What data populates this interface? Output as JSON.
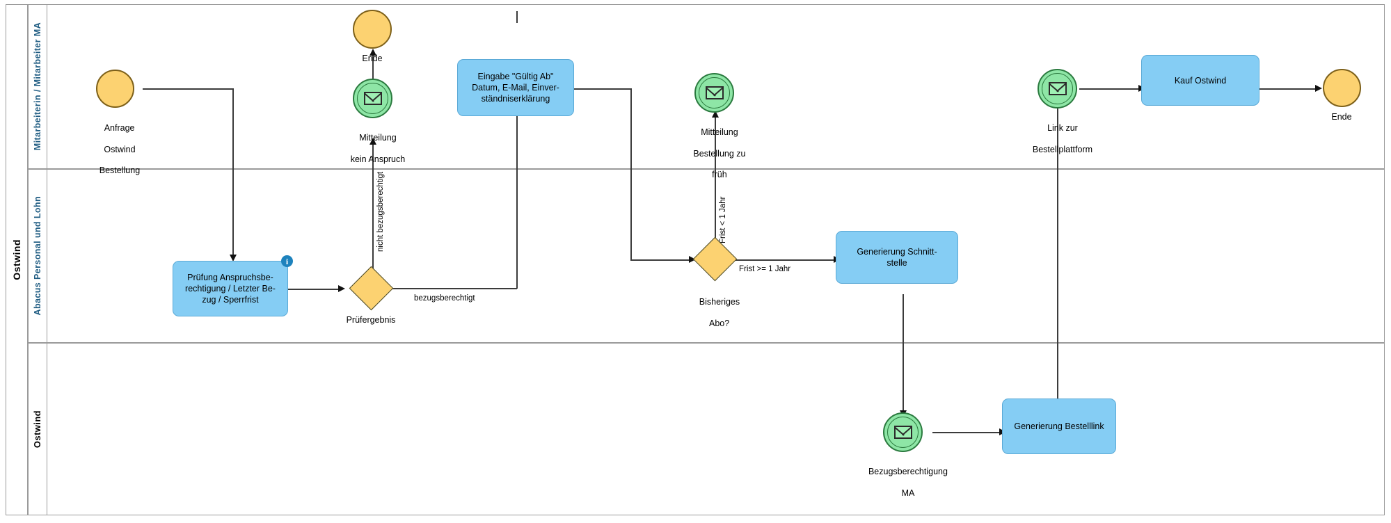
{
  "diagram": {
    "type": "bpmn-process",
    "pool": {
      "name": "Ostwind"
    },
    "lanes": [
      {
        "id": "lane-ma",
        "name": "Mitarbeiterin / Mitarbeiter MA",
        "color": "#1f5c82"
      },
      {
        "id": "lane-abacus",
        "name": "Abacus Personal und Lohn",
        "color": "#1f5c82"
      },
      {
        "id": "lane-ostwind",
        "name": "Ostwind",
        "color": "#000000"
      }
    ],
    "palette": {
      "task_fill": "#85cdf4",
      "task_stroke": "#5aa9d6",
      "event_fill": "#fcd271",
      "event_stroke": "#7d6019",
      "message_fill": "#8ee6a6",
      "message_stroke": "#2b7a3f",
      "gateway_fill": "#fcd271",
      "lane_stroke": "#9a9a9a",
      "connector": "#3b3b3b",
      "info_badge": "#1d82bd"
    },
    "nodes": [
      {
        "id": "start-anfrage",
        "kind": "start-event",
        "lane": "lane-ma",
        "label": "Anfrage\nOstwind\nBestellung"
      },
      {
        "id": "end-kein",
        "kind": "end-event",
        "lane": "lane-ma",
        "label": "Ende"
      },
      {
        "id": "msg-kein",
        "kind": "message-event",
        "lane": "lane-ma",
        "label": "Mitteilung\nkein Anspruch"
      },
      {
        "id": "task-eingabe",
        "kind": "task",
        "lane": "lane-ma",
        "label": "Eingabe \"Gültig Ab\" Datum, E-Mail, Einverständniserklärung"
      },
      {
        "id": "msg-zufrueh",
        "kind": "message-event",
        "lane": "lane-ma",
        "label": "Mitteilung\nBestellung zu\nfrüh"
      },
      {
        "id": "msg-link",
        "kind": "message-event",
        "lane": "lane-ma",
        "label": "Link zur\nBestellplattform"
      },
      {
        "id": "task-kauf",
        "kind": "task",
        "lane": "lane-ma",
        "label": "Kauf Ostwind"
      },
      {
        "id": "end-kauf",
        "kind": "end-event",
        "lane": "lane-ma",
        "label": "Ende"
      },
      {
        "id": "task-pruefung",
        "kind": "task",
        "lane": "lane-abacus",
        "label": "Prüfung Anspruchsberechtigung / Letzter Bezug / Sperrfrist",
        "badge": "i"
      },
      {
        "id": "gw-pruefergebnis",
        "kind": "gateway",
        "lane": "lane-abacus",
        "label": "Prüfergebnis"
      },
      {
        "id": "gw-abo",
        "kind": "gateway",
        "lane": "lane-abacus",
        "label": "Bisheriges\nAbo?"
      },
      {
        "id": "task-schnitt",
        "kind": "task",
        "lane": "lane-abacus",
        "label": "Generierung Schnittstelle"
      },
      {
        "id": "msg-bezug",
        "kind": "message-event",
        "lane": "lane-ostwind",
        "label": "Bezugsberechtigung\nMA"
      },
      {
        "id": "task-bestelllink",
        "kind": "task",
        "lane": "lane-ostwind",
        "label": "Generierung Bestelllink"
      }
    ],
    "flow_labels": {
      "nicht_bezugsberechtigt": "nicht bezugsberechtigt",
      "bezugsberechtigt": "bezugsberechtigt",
      "frist_kleiner": "Frist < 1 Jahr",
      "frist_groesser": "Frist >= 1 Jahr"
    },
    "task_text": {
      "eingabe_l1": "Eingabe \"Gültig Ab\"",
      "eingabe_l2": "Datum, E-Mail, Einver-",
      "eingabe_l3": "ständniserklärung",
      "pruefung_l1": "Prüfung Anspruchsbe-",
      "pruefung_l2": "rechtigung / Letzter Be-",
      "pruefung_l3": "zug / Sperrfrist",
      "schnitt_l1": "Generierung Schnitt-",
      "schnitt_l2": "stelle",
      "kauf": "Kauf Ostwind",
      "bestelllink": "Generierung Bestelllink"
    },
    "node_labels": {
      "start_anfrage_l1": "Anfrage",
      "start_anfrage_l2": "Ostwind",
      "start_anfrage_l3": "Bestellung",
      "ende_links": "Ende",
      "ende_rechts": "Ende",
      "msg_kein_l1": "Mitteilung",
      "msg_kein_l2": "kein Anspruch",
      "msg_zufrueh_l1": "Mitteilung",
      "msg_zufrueh_l2": "Bestellung zu",
      "msg_zufrueh_l3": "früh",
      "msg_link_l1": "Link zur",
      "msg_link_l2": "Bestellplattform",
      "msg_bezug_l1": "Bezugsberechtigung",
      "msg_bezug_l2": "MA",
      "gw_pruefergebnis": "Prüfergebnis",
      "gw_abo_l1": "Bisheriges",
      "gw_abo_l2": "Abo?",
      "info_badge": "i"
    }
  }
}
